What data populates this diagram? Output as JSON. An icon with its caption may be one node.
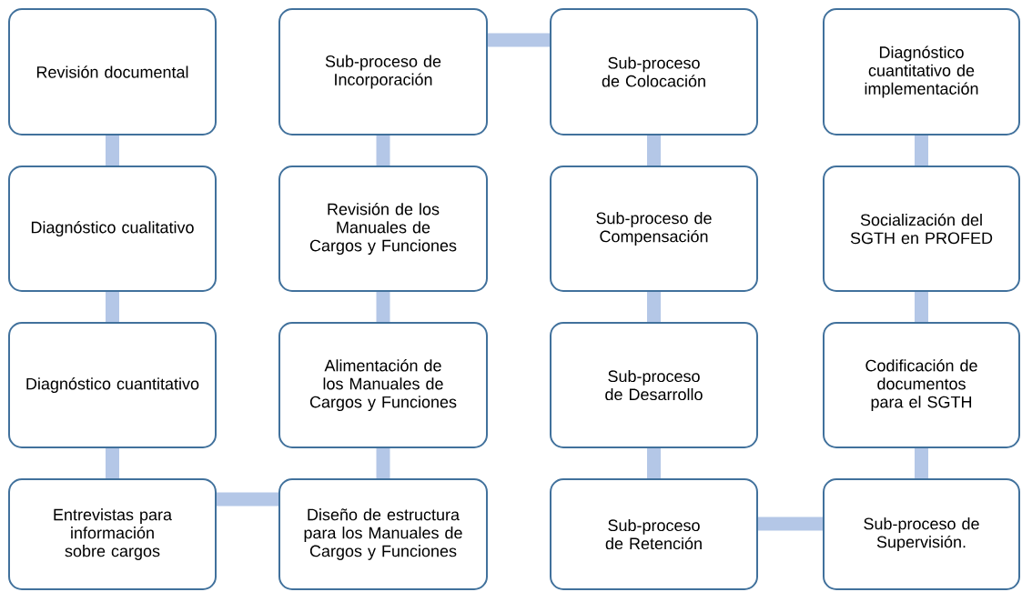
{
  "diagram": {
    "nodes": [
      {
        "text": [
          "Revisión documental"
        ]
      },
      {
        "text": [
          "Diagnóstico cualitativo"
        ]
      },
      {
        "text": [
          "Diagnóstico cuantitativo"
        ]
      },
      {
        "text": [
          "Entrevistas para información sobre cargos"
        ]
      },
      {
        "text": [
          "Sub-proceso de Incorporación"
        ]
      },
      {
        "text": [
          "Revisión de los Manuales de Cargos y Funciones"
        ]
      },
      {
        "text": [
          "Alimentación de los Manuales de Cargos y Funciones"
        ]
      },
      {
        "text": [
          "Diseño de estructura para los Manuales de Cargos y Funciones"
        ]
      },
      {
        "text": [
          "Sub-proceso de Colocación"
        ]
      },
      {
        "text": [
          "Sub-proceso de Compensación"
        ]
      },
      {
        "text": [
          "Sub-proceso de Desarrollo"
        ]
      },
      {
        "text": [
          "Sub-proceso de Retención"
        ]
      },
      {
        "text": [
          "Diagnóstico cuantitativo de implementación"
        ]
      },
      {
        "text": [
          "Socialización del SGTH en PROFED"
        ]
      },
      {
        "text": [
          "Codificación de documentos para el SGTH"
        ]
      },
      {
        "text": [
          "Sub-proceso de Supervisión."
        ]
      }
    ],
    "edges": [
      {
        "from": 0,
        "to": 1,
        "arrow": "none"
      },
      {
        "from": 1,
        "to": 2,
        "arrow": "none"
      },
      {
        "from": 2,
        "to": 3,
        "arrow": "none"
      },
      {
        "from": 3,
        "to": 7,
        "arrow": "none"
      },
      {
        "from": 7,
        "to": 6,
        "arrow": "none"
      },
      {
        "from": 6,
        "to": 5,
        "arrow": "none"
      },
      {
        "from": 5,
        "to": 4,
        "arrow": "none"
      },
      {
        "from": 4,
        "to": 8,
        "arrow": "none"
      },
      {
        "from": 8,
        "to": 9,
        "arrow": "none"
      },
      {
        "from": 9,
        "to": 10,
        "arrow": "none"
      },
      {
        "from": 10,
        "to": 11,
        "arrow": "none"
      },
      {
        "from": 11,
        "to": 15,
        "arrow": "none"
      },
      {
        "from": 15,
        "to": 14,
        "arrow": "none"
      },
      {
        "from": 14,
        "to": 13,
        "arrow": "none"
      },
      {
        "from": 13,
        "to": 12,
        "arrow": "none"
      }
    ]
  }
}
